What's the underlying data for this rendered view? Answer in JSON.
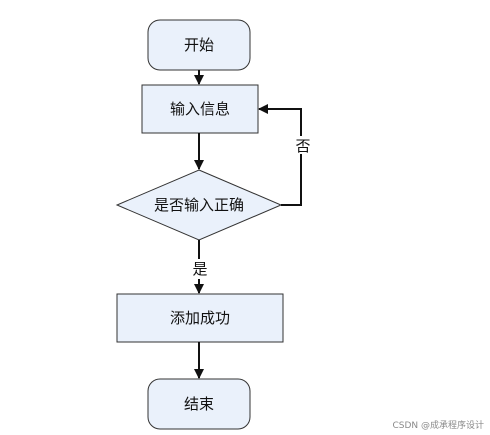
{
  "diagram": {
    "nodes": {
      "start": "开始",
      "input": "输入信息",
      "check": "是否输入正确",
      "success": "添加成功",
      "end": "结束"
    },
    "edges": {
      "no": "否",
      "yes": "是"
    },
    "colors": {
      "stroke": "#333333",
      "fill": "#eaf1fb",
      "text": "#111111"
    }
  },
  "watermark": "CSDN @成承程序设计"
}
